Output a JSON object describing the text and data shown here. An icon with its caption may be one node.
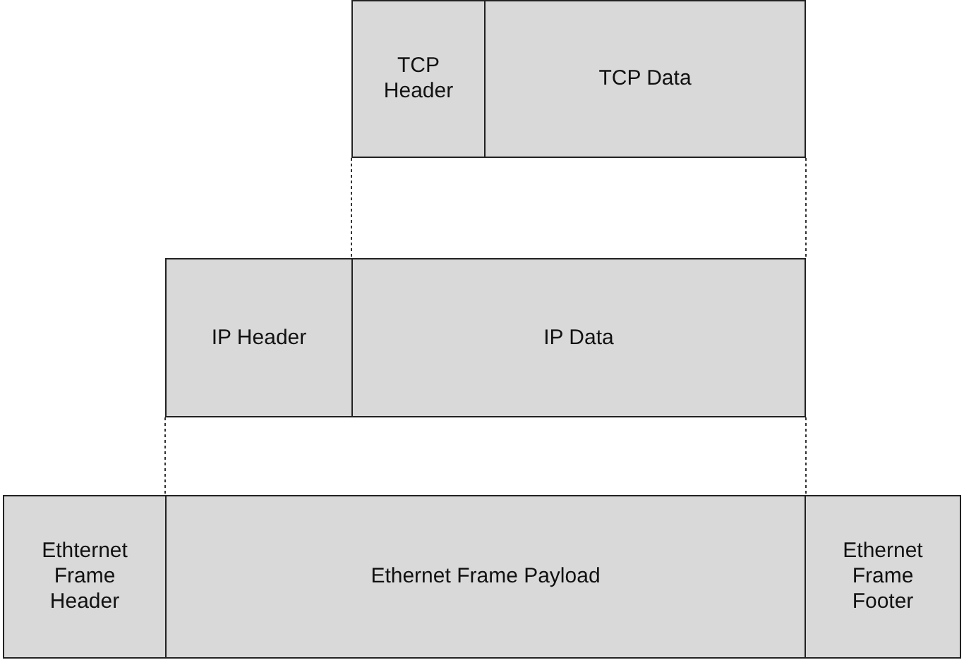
{
  "diagram": {
    "nodes": [
      {
        "text": [
          "TCP Header"
        ]
      },
      {
        "text": [
          "TCP Data"
        ]
      },
      {
        "text": [
          "IP Header"
        ]
      },
      {
        "text": [
          "IP Data"
        ]
      },
      {
        "text": [
          "Ethternet Frame Header"
        ]
      },
      {
        "text": [
          "Ethernet Frame Payload"
        ]
      },
      {
        "text": [
          "Ethernet Frame Footer"
        ]
      }
    ],
    "edges": [
      {
        "from": 0,
        "to": 3,
        "arrow": "none",
        "style": "dashed"
      },
      {
        "from": 1,
        "to": 3,
        "arrow": "none",
        "style": "dashed"
      },
      {
        "from": 2,
        "to": 5,
        "arrow": "none",
        "style": "dashed"
      },
      {
        "from": 3,
        "to": 5,
        "arrow": "none",
        "style": "dashed"
      }
    ]
  }
}
